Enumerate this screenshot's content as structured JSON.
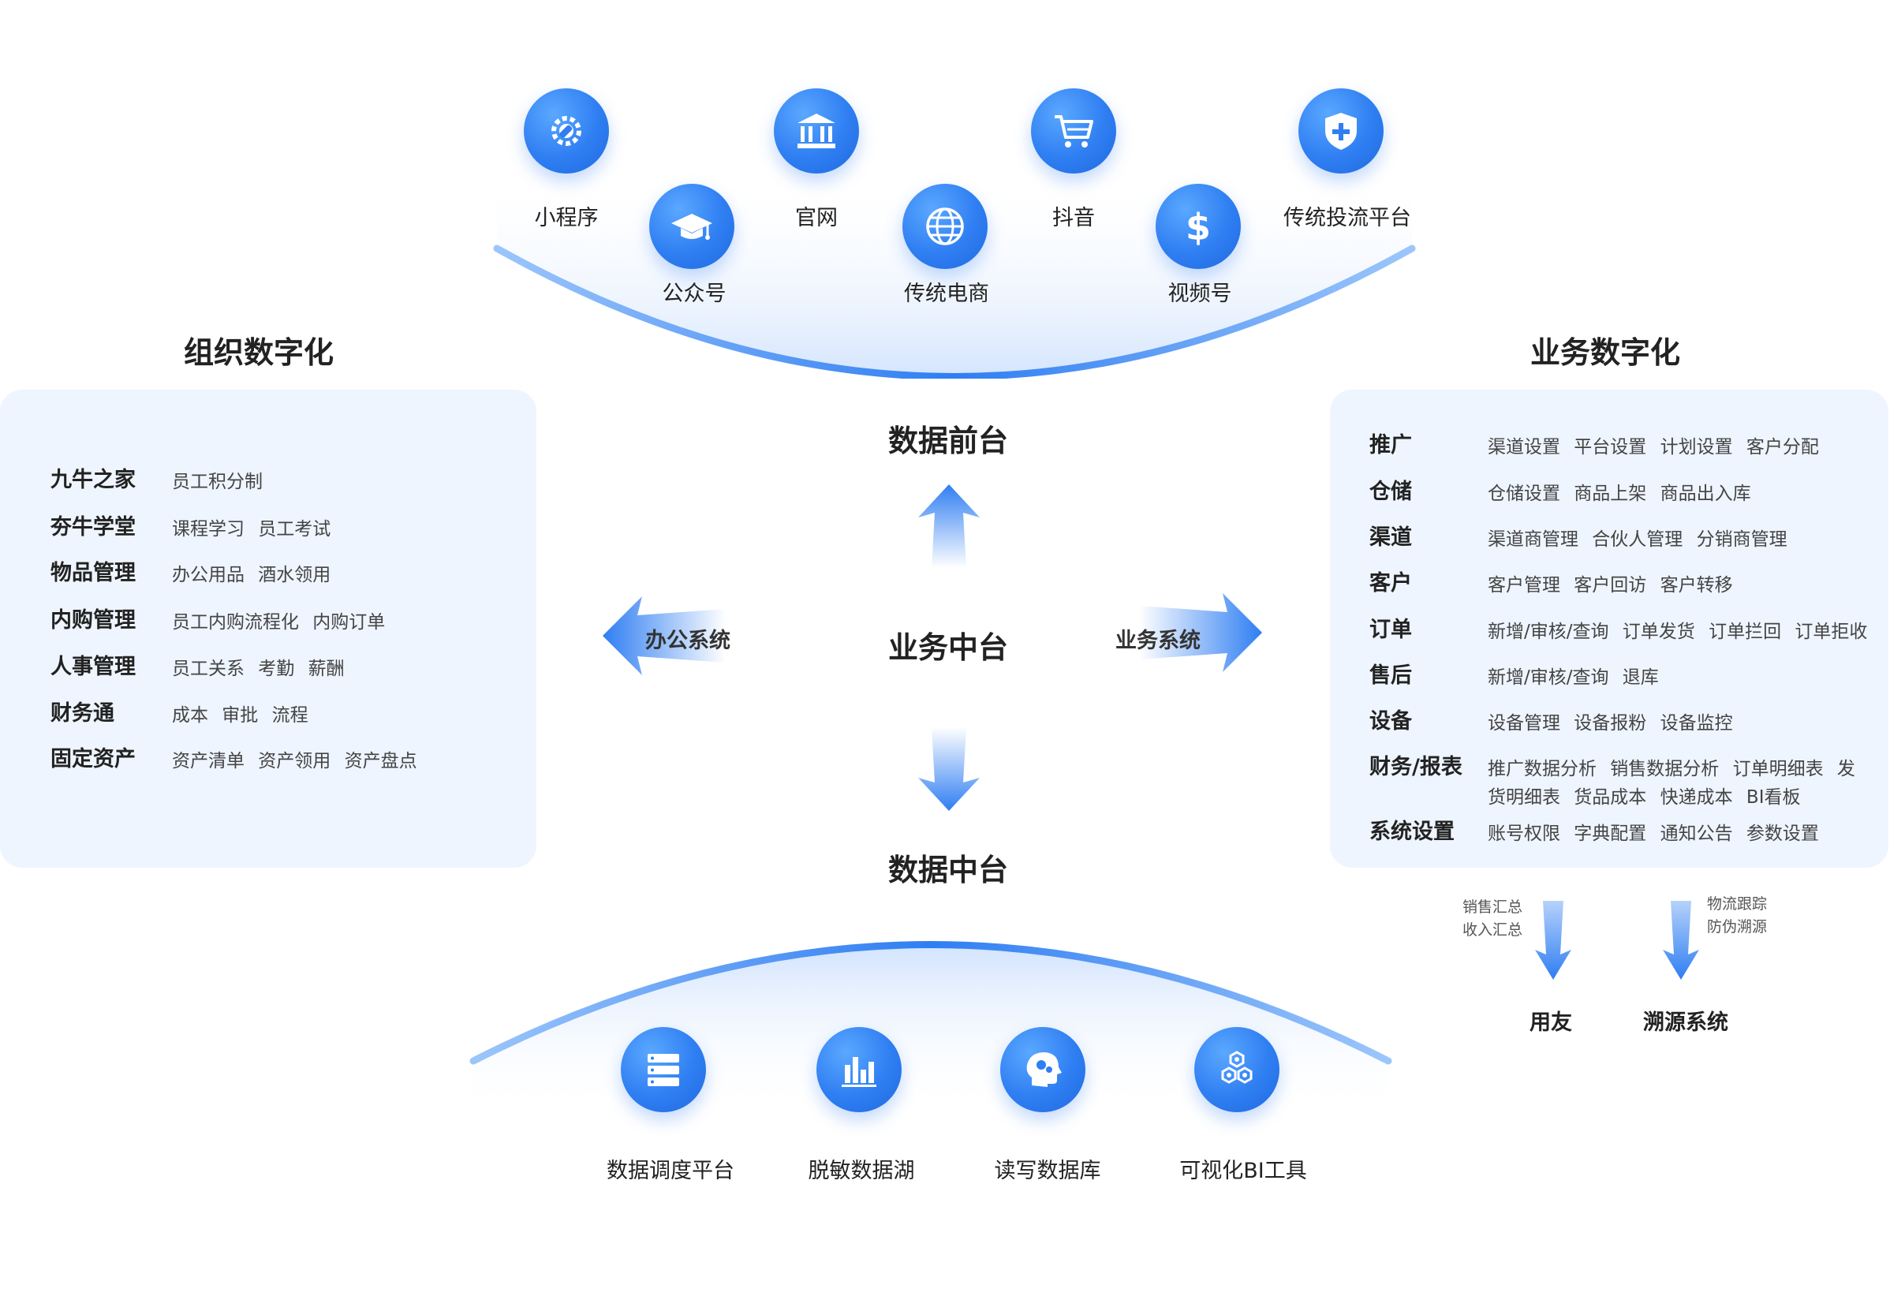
{
  "top_channels": {
    "mini_program": "小程序",
    "official_account": "公众号",
    "website": "官网",
    "traditional_ecommerce": "传统电商",
    "douyin": "抖音",
    "video_account": "视频号",
    "traditional_ads": "传统投流平台"
  },
  "left_section": {
    "title": "组织数字化",
    "rows": [
      {
        "key": "九牛之家",
        "value": "员工积分制"
      },
      {
        "key": "夯牛学堂",
        "value": "课程学习 员工考试"
      },
      {
        "key": "物品管理",
        "value": "办公用品 酒水领用"
      },
      {
        "key": "内购管理",
        "value": "员工内购流程化 内购订单"
      },
      {
        "key": "人事管理",
        "value": "员工关系 考勤 薪酬"
      },
      {
        "key": "财务通",
        "value": "成本 审批 流程"
      },
      {
        "key": "固定资产",
        "value": "资产清单 资产领用 资产盘点"
      }
    ]
  },
  "right_section": {
    "title": "业务数字化",
    "rows": [
      {
        "key": "推广",
        "value": "渠道设置 平台设置 计划设置 客户分配"
      },
      {
        "key": "仓储",
        "value": "仓储设置 商品上架 商品出入库"
      },
      {
        "key": "渠道",
        "value": "渠道商管理 合伙人管理 分销商管理"
      },
      {
        "key": "客户",
        "value": "客户管理 客户回访 客户转移"
      },
      {
        "key": "订单",
        "value": "新增/审核/查询 订单发货 订单拦回 订单拒收"
      },
      {
        "key": "售后",
        "value": "新增/审核/查询 退库"
      },
      {
        "key": "设备",
        "value": "设备管理 设备报粉 设备监控"
      },
      {
        "key": "财务/报表",
        "value": "推广数据分析 销售数据分析 订单明细表 发",
        "value2": "货明细表 货品成本 快递成本 BI看板"
      },
      {
        "key": "系统设置",
        "value": "账号权限 字典配置 通知公告 参数设置"
      }
    ]
  },
  "center": {
    "front": "数据前台",
    "middle": "业务中台",
    "data_middle": "数据中台",
    "left_arrow": "办公系统",
    "right_arrow": "业务系统"
  },
  "downstream": {
    "note1_line1": "销售汇总",
    "note1_line2": "收入汇总",
    "note2_line1": "物流跟踪",
    "note2_line2": "防伪溯源",
    "target1": "用友",
    "target2": "溯源系统"
  },
  "bottom_tools": {
    "scheduling": "数据调度平台",
    "masking_lake": "脱敏数据湖",
    "rw_db": "读写数据库",
    "bi_tool": "可视化BI工具"
  },
  "colors": {
    "accent": "#2f7ef2",
    "panel_bg": "#eef5fe",
    "arc": "#3a8af5"
  }
}
